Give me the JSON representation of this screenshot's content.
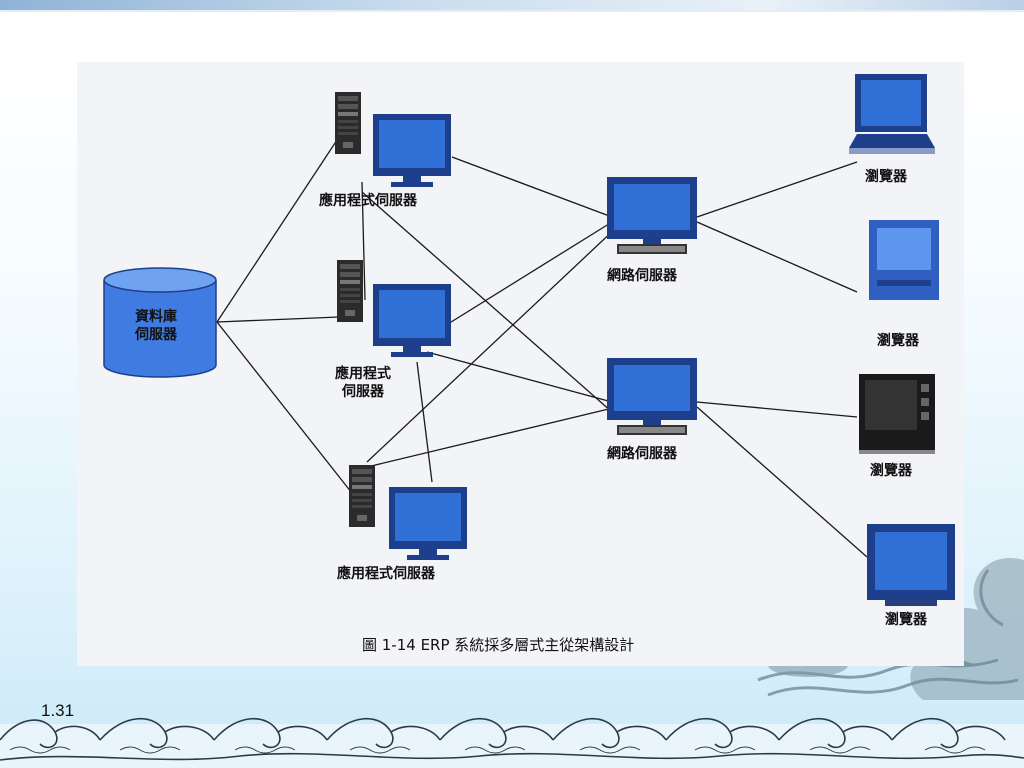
{
  "figure": {
    "caption": "圖 1-14 ERP 系統採多層式主從架構設計",
    "nodes": {
      "database": {
        "line1": "資料庫",
        "line2": "伺服器"
      },
      "app_server_top": "應用程式伺服器",
      "app_server_mid": {
        "line1": "應用程式",
        "line2": "伺服器"
      },
      "app_server_bottom": "應用程式伺服器",
      "web_server_top": "網路伺服器",
      "web_server_bottom": "網路伺服器",
      "browsers": [
        "瀏覽器",
        "瀏覽器",
        "瀏覽器",
        "瀏覽器"
      ]
    }
  },
  "slide": {
    "number": "1.31"
  },
  "colors": {
    "screen": "#2f6fd6",
    "frame": "#1d3f8c",
    "tower": "#2a2a2a"
  }
}
